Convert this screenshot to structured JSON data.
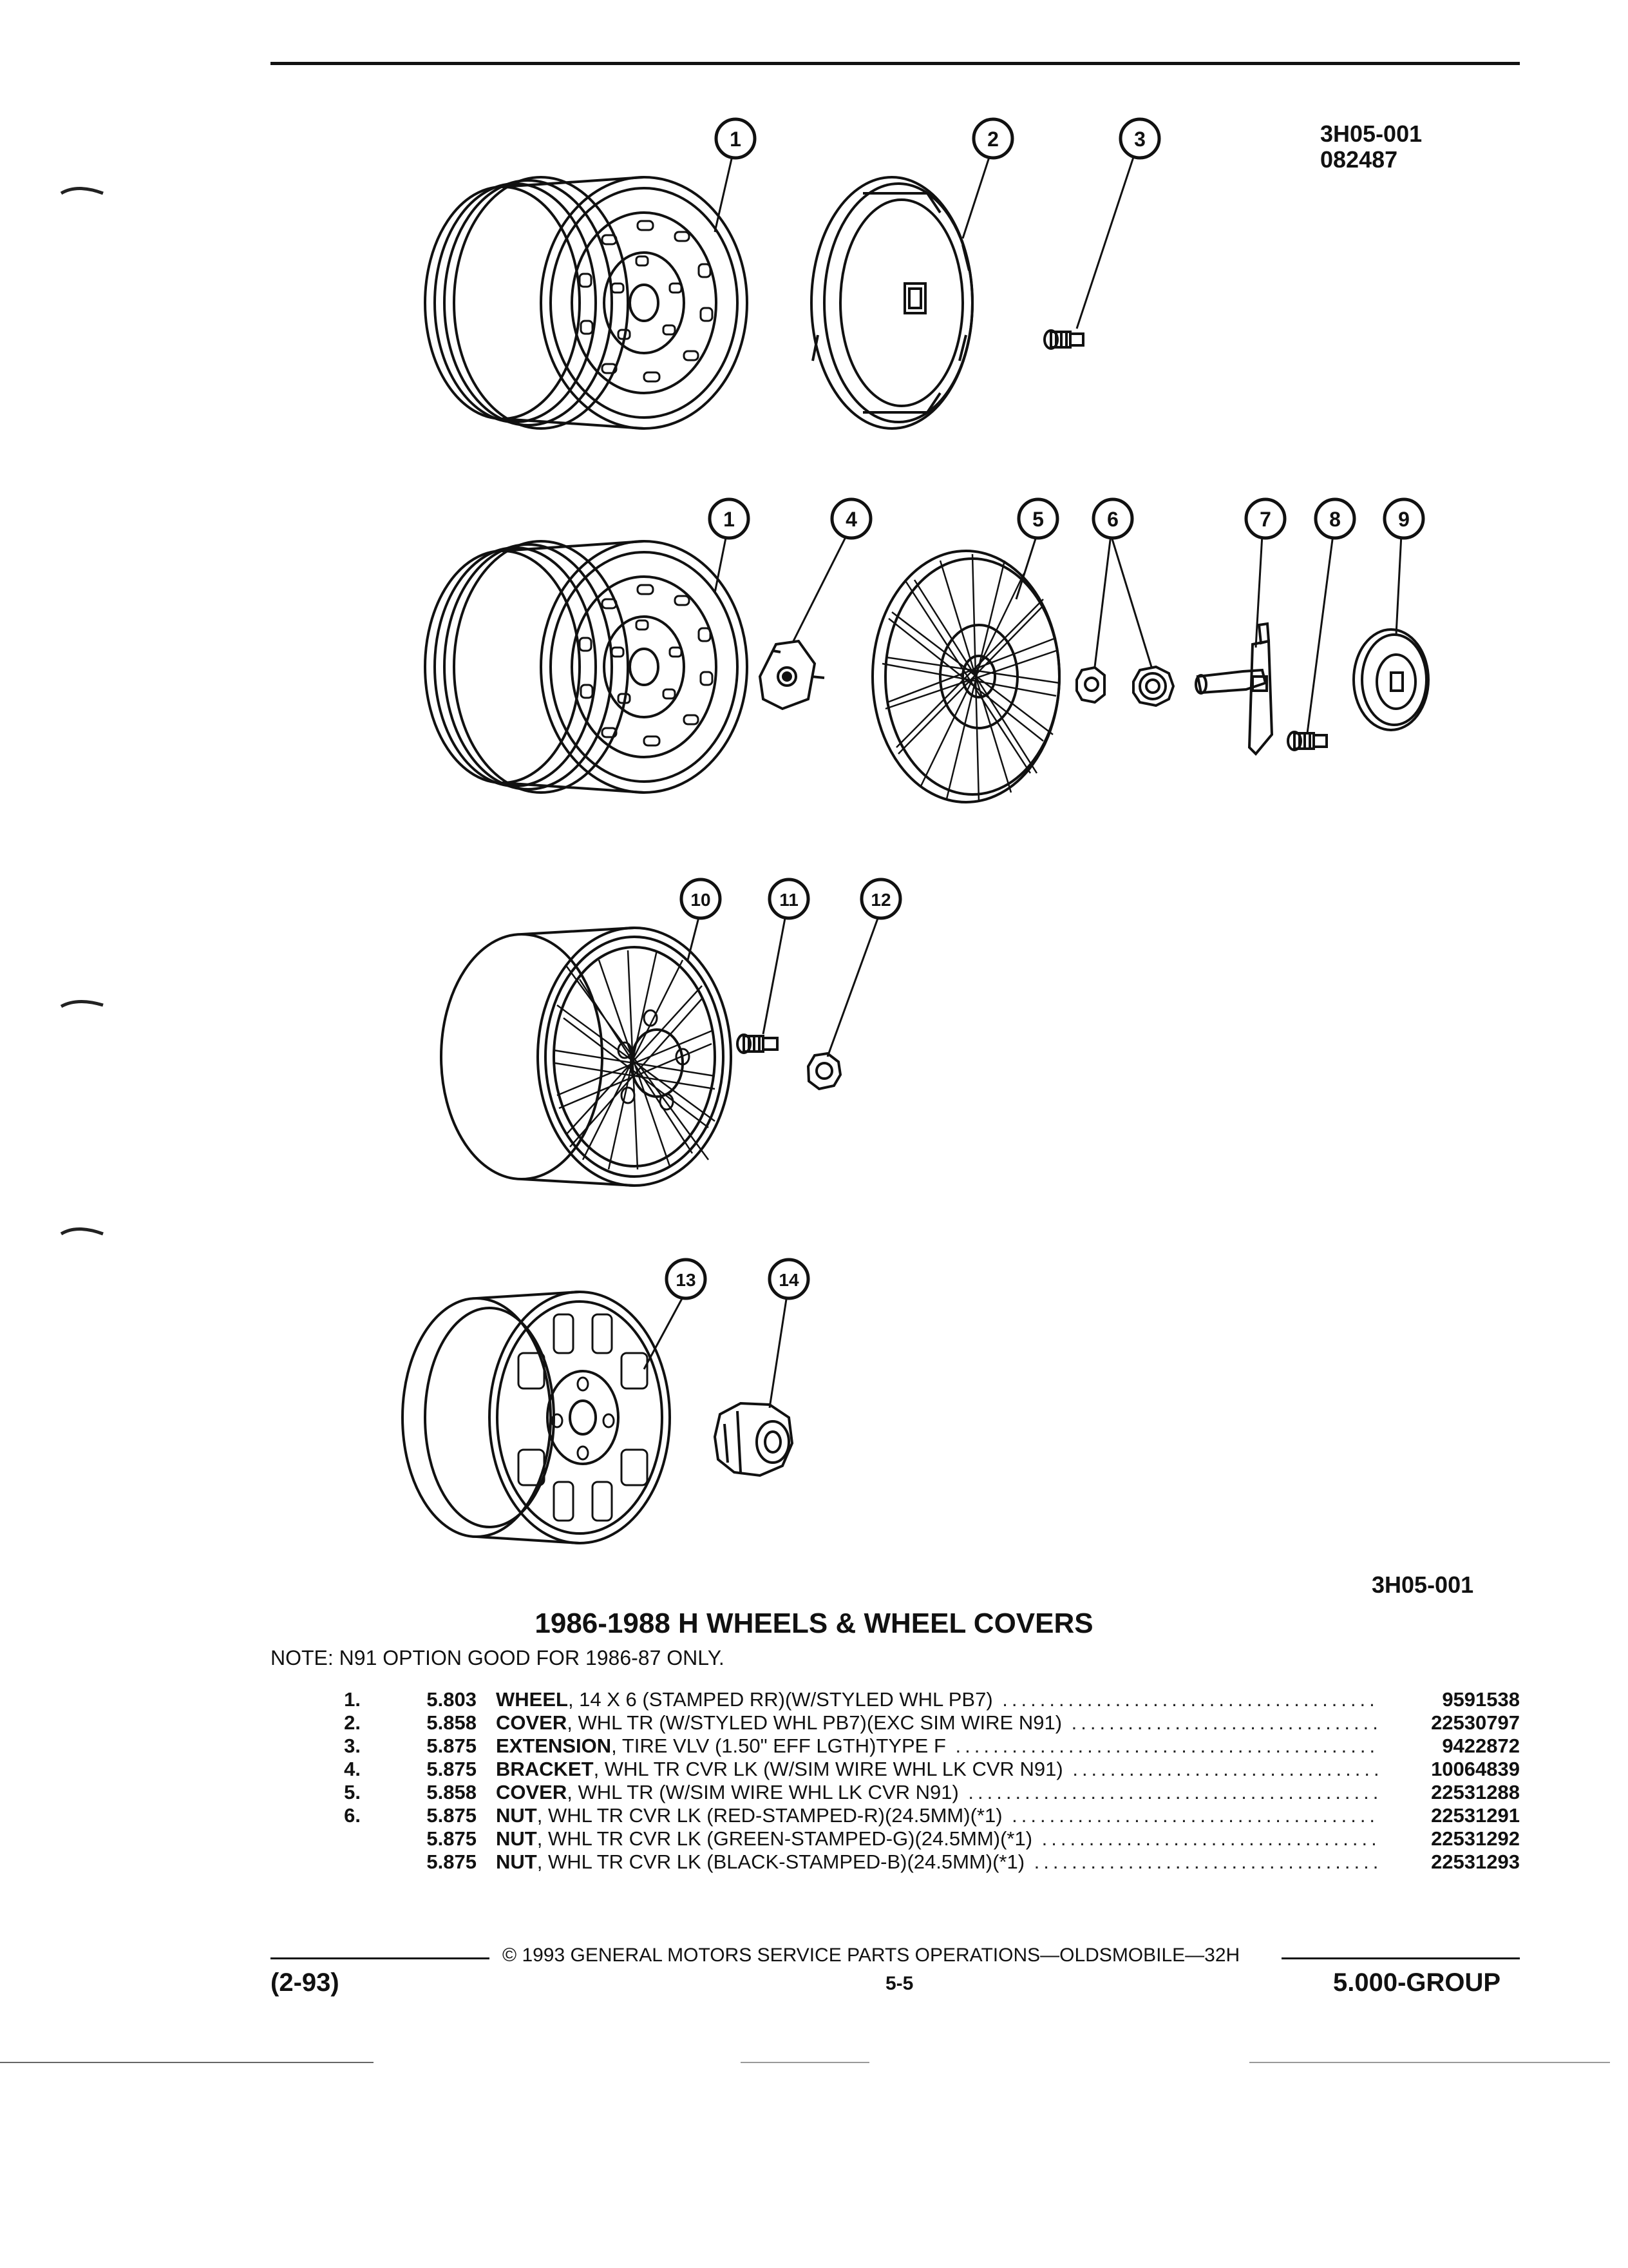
{
  "header": {
    "code": "3H05-001",
    "date_code": "082487"
  },
  "diagram": {
    "callouts": [
      "1",
      "2",
      "3",
      "1",
      "4",
      "5",
      "6",
      "7",
      "8",
      "9",
      "10",
      "11",
      "12",
      "13",
      "14"
    ],
    "figure_code": "3H05-001"
  },
  "title": "1986-1988 H WHEELS & WHEEL COVERS",
  "note": "NOTE:  N91 OPTION GOOD FOR 1986-87 ONLY.",
  "parts": [
    {
      "index": "1.",
      "ref": "5.803",
      "name": "WHEEL",
      "desc": ", 14 X 6 (STAMPED RR)(W/STYLED WHL PB7)",
      "part_no": "9591538"
    },
    {
      "index": "2.",
      "ref": "5.858",
      "name": "COVER",
      "desc": ", WHL TR (W/STYLED WHL PB7)(EXC SIM WIRE N91)",
      "part_no": "22530797"
    },
    {
      "index": "3.",
      "ref": "5.875",
      "name": "EXTENSION",
      "desc": ", TIRE VLV (1.50\" EFF LGTH)TYPE F",
      "part_no": "9422872"
    },
    {
      "index": "4.",
      "ref": "5.875",
      "name": "BRACKET",
      "desc": ", WHL TR CVR LK (W/SIM WIRE WHL LK CVR N91)",
      "part_no": "10064839"
    },
    {
      "index": "5.",
      "ref": "5.858",
      "name": "COVER",
      "desc": ", WHL TR (W/SIM WIRE WHL LK CVR N91)",
      "part_no": "22531288"
    },
    {
      "index": "6.",
      "ref": "5.875",
      "name": "NUT",
      "desc": ", WHL TR CVR LK (RED-STAMPED-R)(24.5MM)(*1)",
      "part_no": "22531291"
    },
    {
      "index": "",
      "ref": "5.875",
      "name": "NUT",
      "desc": ", WHL TR CVR LK (GREEN-STAMPED-G)(24.5MM)(*1)",
      "part_no": "22531292"
    },
    {
      "index": "",
      "ref": "5.875",
      "name": "NUT",
      "desc": ", WHL TR CVR LK (BLACK-STAMPED-B)(24.5MM)(*1)",
      "part_no": "22531293"
    }
  ],
  "footer": {
    "copyright": "© 1993  GENERAL MOTORS SERVICE PARTS OPERATIONS—OLDSMOBILE—32H",
    "date": "(2-93)",
    "page": "5-5",
    "group": "5.000-GROUP"
  }
}
